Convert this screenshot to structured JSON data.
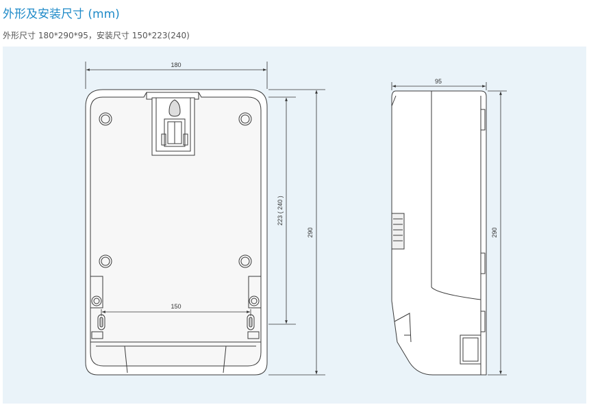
{
  "header": {
    "title": "外形及安装尺寸 (mm)",
    "subtitle": "外形尺寸 180*290*95，安装尺寸 150*223(240)"
  },
  "drawing": {
    "front_view": {
      "width_label": "180",
      "mount_height_label": "223 ( 240 )",
      "height_label": "290",
      "mount_width_label": "150"
    },
    "side_view": {
      "depth_label": "95",
      "height_label": "290"
    }
  },
  "colors": {
    "title": "#1e8ac8",
    "panel_background": "#eaf3f9",
    "line": "#3a3a3a"
  }
}
